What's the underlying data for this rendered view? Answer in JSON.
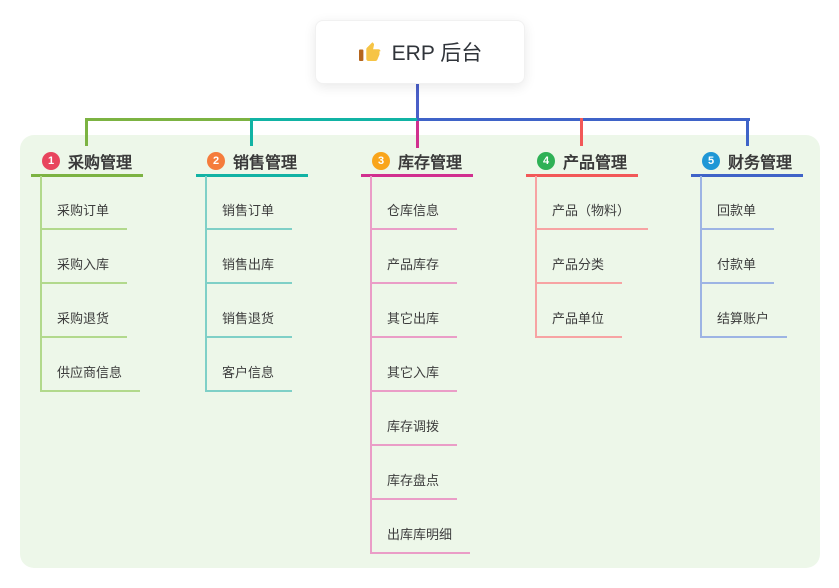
{
  "root": {
    "label": "ERP 后台",
    "icon": "thumbs-up-icon"
  },
  "branches": [
    {
      "index": "1",
      "title": "采购管理",
      "children": [
        "采购订单",
        "采购入库",
        "采购退货",
        "供应商信息"
      ],
      "colors": {
        "badge": "#e8455e",
        "line": "#7cb342",
        "sub_line": "#b2d98c"
      }
    },
    {
      "index": "2",
      "title": "销售管理",
      "children": [
        "销售订单",
        "销售出库",
        "销售退货",
        "客户信息"
      ],
      "colors": {
        "badge": "#f57c3c",
        "line": "#11b3a4",
        "sub_line": "#7fd0c7"
      }
    },
    {
      "index": "3",
      "title": "库存管理",
      "children": [
        "仓库信息",
        "产品库存",
        "其它出库",
        "其它入库",
        "库存调拨",
        "库存盘点",
        "出库库明细"
      ],
      "colors": {
        "badge": "#f9a51b",
        "line": "#d1308f",
        "sub_line": "#ea9dc7"
      }
    },
    {
      "index": "4",
      "title": "产品管理",
      "children": [
        "产品（物料）",
        "产品分类",
        "产品单位"
      ],
      "colors": {
        "badge": "#2fb156",
        "line": "#f25858",
        "sub_line": "#f7a3a3"
      }
    },
    {
      "index": "5",
      "title": "财务管理",
      "children": [
        "回款单",
        "付款单",
        "结算账户"
      ],
      "colors": {
        "badge": "#1f97d6",
        "line": "#3f63c8",
        "sub_line": "#9db4e4"
      }
    }
  ],
  "canvas": {
    "background": "#ffffff",
    "panel_background": "#edf7e9",
    "root_connector_color": "#4a5fc8",
    "text_color": "#3a3a3a"
  }
}
